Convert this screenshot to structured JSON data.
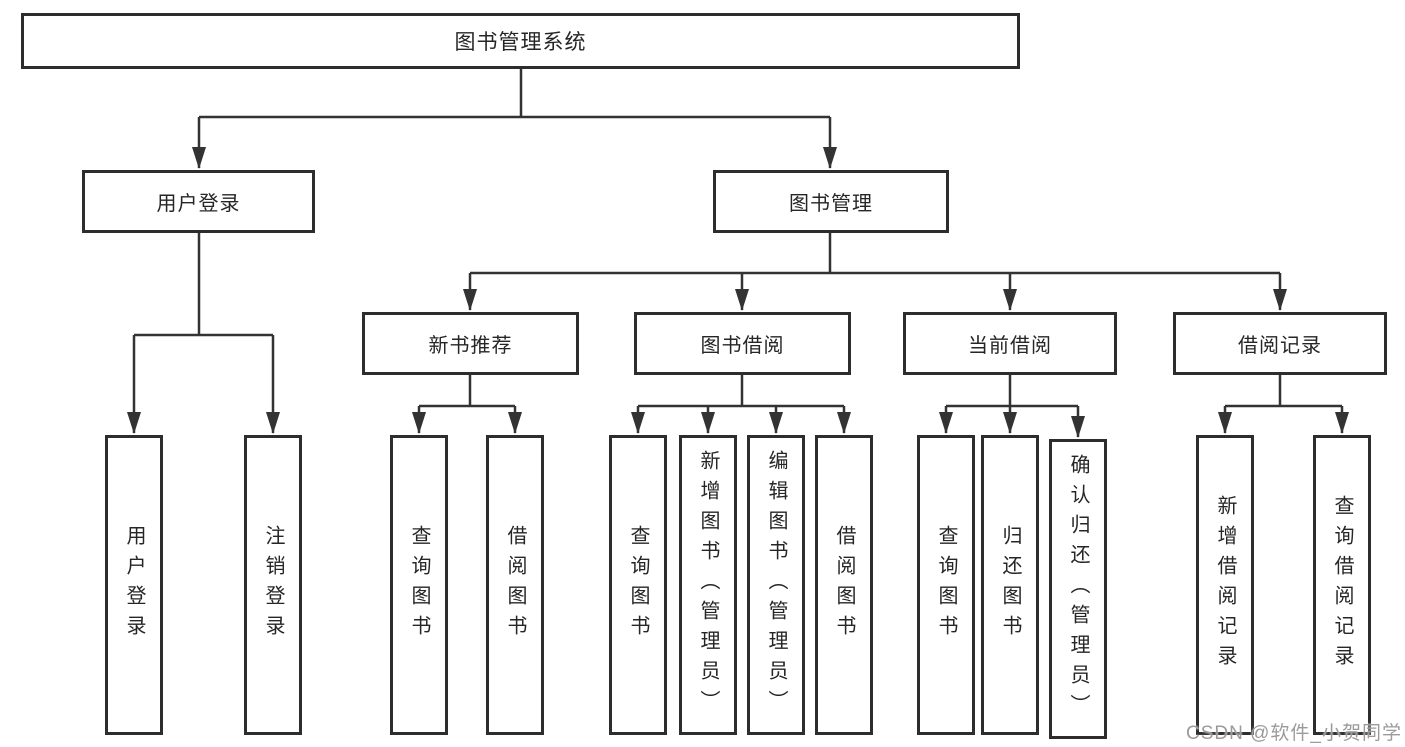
{
  "diagram_title": "图书管理系统",
  "tree": {
    "label": "图书管理系统",
    "children": [
      {
        "label": "用户登录",
        "children": [
          {
            "label": "用户登录"
          },
          {
            "label": "注销登录"
          }
        ]
      },
      {
        "label": "图书管理",
        "children": [
          {
            "label": "新书推荐",
            "children": [
              {
                "label": "查询图书"
              },
              {
                "label": "借阅图书"
              }
            ]
          },
          {
            "label": "图书借阅",
            "children": [
              {
                "label": "查询图书"
              },
              {
                "label": "新增图书（管理员）"
              },
              {
                "label": "编辑图书（管理员）"
              },
              {
                "label": "借阅图书"
              }
            ]
          },
          {
            "label": "当前借阅",
            "children": [
              {
                "label": "查询图书"
              },
              {
                "label": "归还图书"
              },
              {
                "label": "确认归还（管理员）"
              }
            ]
          },
          {
            "label": "借阅记录",
            "children": [
              {
                "label": "新增借阅记录"
              },
              {
                "label": "查询借阅记录"
              }
            ]
          }
        ]
      }
    ]
  },
  "watermark": {
    "text": "CSDN @软件_小贺同学"
  },
  "colors": {
    "line": "#333333",
    "border": "#2d2d2d",
    "text": "#262626",
    "watermark": "#9b9b9b",
    "background": "#ffffff"
  }
}
